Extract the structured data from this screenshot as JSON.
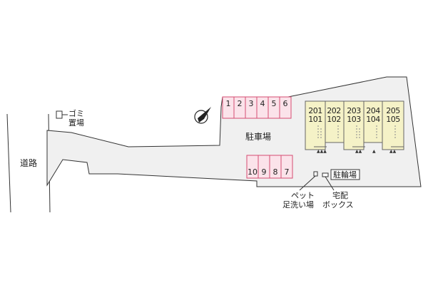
{
  "map": {
    "road_label": "道路",
    "garbage_label_1": "ゴミ",
    "garbage_label_2": "置場",
    "parking_label": "駐車場",
    "bicycle_label": "駐輪場",
    "pet_label_1": "ペット",
    "pet_label_2": "足洗い場",
    "delivery_label_1": "宅配",
    "delivery_label_2": "ボックス",
    "parking_top": [
      "1",
      "2",
      "3",
      "4",
      "5",
      "6"
    ],
    "parking_bottom": [
      "10",
      "9",
      "8",
      "7"
    ],
    "units": [
      {
        "upper": "201",
        "lower": "101"
      },
      {
        "upper": "202",
        "lower": "102"
      },
      {
        "upper": "203",
        "lower": "103"
      },
      {
        "upper": "204",
        "lower": "104"
      },
      {
        "upper": "205",
        "lower": "105"
      }
    ],
    "icons": [
      "north-arrow-icon",
      "garbage-box-icon",
      "pet-wash-icon",
      "delivery-box-icon"
    ],
    "colors": {
      "site_fill": "#f0f0f0",
      "parking_fill": "#fbe3ea",
      "parking_stroke": "#d64d72",
      "building_fill": "#f5f2c7",
      "outline": "#333333"
    }
  }
}
